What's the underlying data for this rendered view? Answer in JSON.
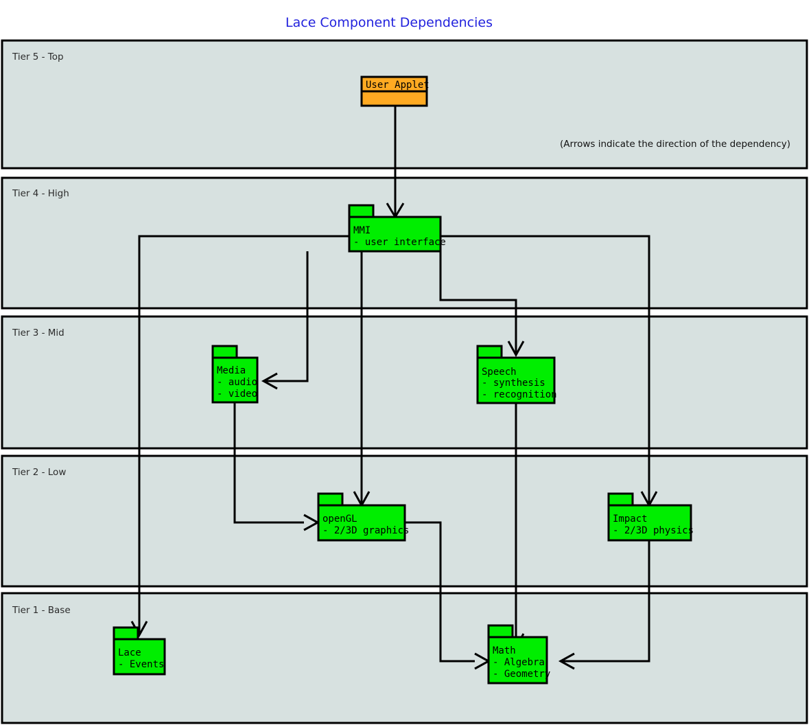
{
  "title": "Lace Component Dependencies",
  "note": "(Arrows indicate the direction of the dependency)",
  "colors": {
    "title": "#2222dd",
    "tier_background": "#d7e1e0",
    "package_green": "#00ee00",
    "package_orange": "#ffaa22",
    "stroke": "#000000"
  },
  "tiers": [
    {
      "id": "tier5",
      "label": "Tier 5 - Top"
    },
    {
      "id": "tier4",
      "label": "Tier 4 - High"
    },
    {
      "id": "tier3",
      "label": "Tier 3 - Mid"
    },
    {
      "id": "tier2",
      "label": "Tier 2 - Low"
    },
    {
      "id": "tier1",
      "label": "Tier 1 - Base"
    }
  ],
  "packages": [
    {
      "id": "user_applet",
      "name": "User Applet",
      "details": [],
      "tier": "Tier 5 - Top",
      "color": "#ffaa22"
    },
    {
      "id": "mmi",
      "name": "MMI",
      "details": [
        "- user interface"
      ],
      "tier": "Tier 4 - High",
      "color": "#00ee00"
    },
    {
      "id": "media",
      "name": "Media",
      "details": [
        "- audio",
        "- video"
      ],
      "tier": "Tier 3 - Mid",
      "color": "#00ee00"
    },
    {
      "id": "speech",
      "name": "Speech",
      "details": [
        "- synthesis",
        "- recognition"
      ],
      "tier": "Tier 3 - Mid",
      "color": "#00ee00"
    },
    {
      "id": "opengl",
      "name": "openGL",
      "details": [
        "- 2/3D graphics"
      ],
      "tier": "Tier 2 - Low",
      "color": "#00ee00"
    },
    {
      "id": "impact",
      "name": "Impact",
      "details": [
        "- 2/3D physics"
      ],
      "tier": "Tier 2 - Low",
      "color": "#00ee00"
    },
    {
      "id": "lace",
      "name": "Lace",
      "details": [
        "- Events"
      ],
      "tier": "Tier 1 - Base",
      "color": "#00ee00"
    },
    {
      "id": "math",
      "name": "Math",
      "details": [
        "- Algebra",
        "- Geometry"
      ],
      "tier": "Tier 1 - Base",
      "color": "#00ee00"
    }
  ],
  "dependencies": [
    {
      "from": "User Applet",
      "to": "MMI"
    },
    {
      "from": "MMI",
      "to": "Media"
    },
    {
      "from": "MMI",
      "to": "Speech"
    },
    {
      "from": "MMI",
      "to": "openGL"
    },
    {
      "from": "MMI",
      "to": "Impact"
    },
    {
      "from": "MMI",
      "to": "Lace"
    },
    {
      "from": "Media",
      "to": "openGL"
    },
    {
      "from": "Speech",
      "to": "Math"
    },
    {
      "from": "openGL",
      "to": "Math"
    },
    {
      "from": "Impact",
      "to": "Math"
    }
  ]
}
